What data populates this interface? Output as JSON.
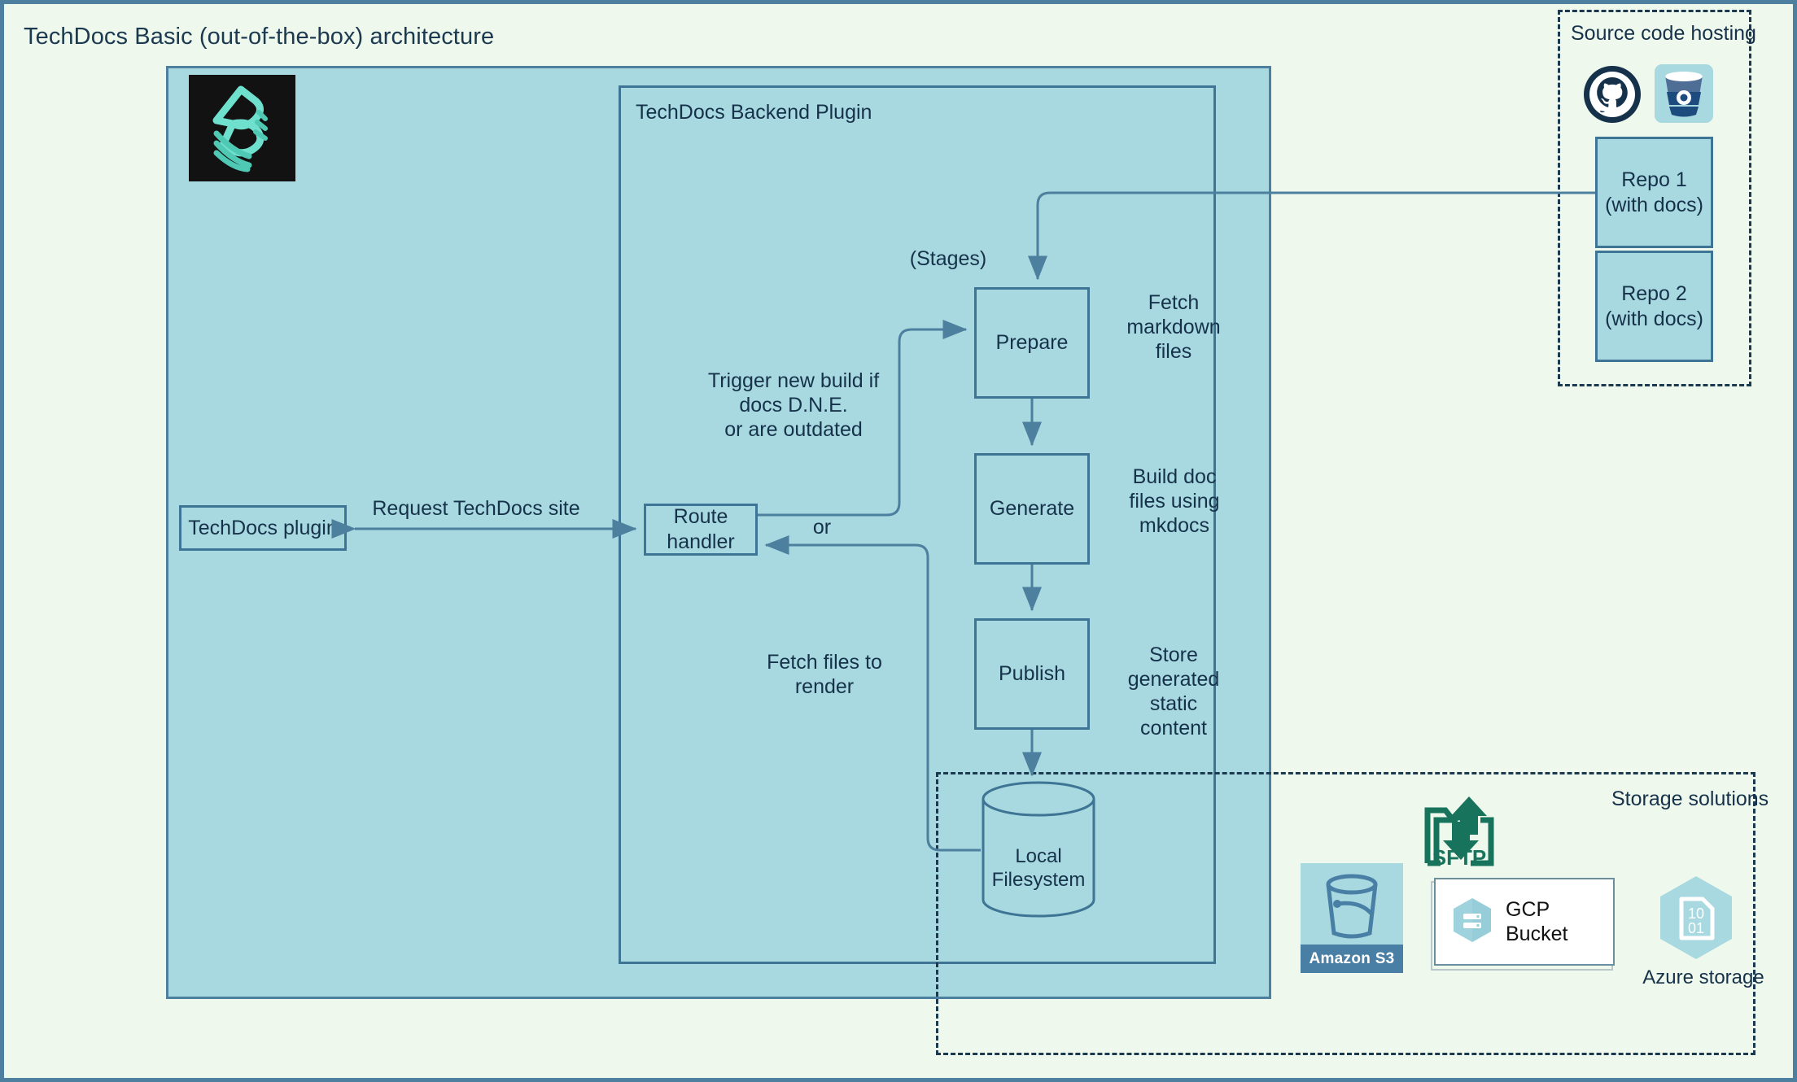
{
  "page": {
    "title": "TechDocs Basic (out-of-the-box) architecture",
    "background_color": "#eff8ed",
    "panel_color": "#a8d9e0",
    "stroke_color": "#3e7494",
    "text_color": "#16324a"
  },
  "backend_panel": {
    "heading": "TechDocs Backend Plugin"
  },
  "logo": {
    "name": "backstage-logo",
    "background": "#121212",
    "mark_color": "#6ee0cd"
  },
  "nodes": {
    "techdocs_plugin": "TechDocs plugin",
    "route_handler": "Route\nhandler",
    "prepare": "Prepare",
    "generate": "Generate",
    "publish": "Publish",
    "local_filesystem": "Local\nFilesystem"
  },
  "annotations": {
    "stages": "(Stages)",
    "request_site": "Request TechDocs site",
    "trigger_build": "Trigger new build if\ndocs D.N.E.\nor are outdated",
    "or": "or",
    "fetch_files": "Fetch files to\nrender",
    "fetch_markdown": "Fetch\nmarkdown\nfiles",
    "build_doc": "Build doc\nfiles using\nmkdocs",
    "store_generated": "Store\ngenerated\nstatic\ncontent"
  },
  "source_code_hosting": {
    "title": "Source code hosting",
    "icons": [
      "github-icon",
      "bitbucket-icon"
    ],
    "repos": [
      "Repo 1\n(with docs)",
      "Repo 2\n(with docs)"
    ]
  },
  "storage_solutions": {
    "title": "Storage solutions",
    "items": [
      {
        "name": "sftp-icon",
        "label": "SFTP",
        "color": "#17735c"
      },
      {
        "name": "amazon-s3",
        "label": "Amazon S3",
        "bar_color": "#4a7fa5"
      },
      {
        "name": "gcp-bucket",
        "label": "GCP\nBucket",
        "hex_color": "#a8d9e0"
      },
      {
        "name": "azure-storage",
        "label": "Azure storage",
        "hex_color": "#a8d9e0",
        "digits": [
          "10",
          "01"
        ]
      }
    ]
  }
}
